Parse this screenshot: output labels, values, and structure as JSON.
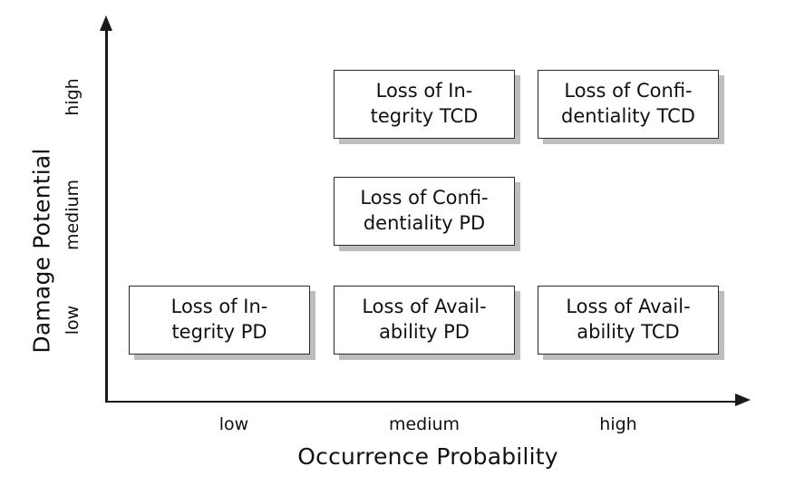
{
  "diagram": {
    "type": "risk-matrix",
    "x_axis": {
      "title": "Occurrence Probability",
      "ticks": [
        "low",
        "medium",
        "high"
      ]
    },
    "y_axis": {
      "title": "Damage Potential",
      "ticks": [
        "high",
        "medium",
        "low"
      ]
    },
    "cells": [
      {
        "id": "loss-of-integrity-tcd",
        "occurrence": "medium",
        "damage": "high",
        "line1": "Loss of In-",
        "line2": "tegrity TCD"
      },
      {
        "id": "loss-of-confidentiality-tcd",
        "occurrence": "high",
        "damage": "high",
        "line1": "Loss of Confi-",
        "line2": "dentiality TCD"
      },
      {
        "id": "loss-of-confidentiality-pd",
        "occurrence": "medium",
        "damage": "medium",
        "line1": "Loss of Confi-",
        "line2": "dentiality PD"
      },
      {
        "id": "loss-of-integrity-pd",
        "occurrence": "low",
        "damage": "low",
        "line1": "Loss of In-",
        "line2": "tegrity PD"
      },
      {
        "id": "loss-of-availability-pd",
        "occurrence": "medium",
        "damage": "low",
        "line1": "Loss of Avail-",
        "line2": "ability PD"
      },
      {
        "id": "loss-of-availability-tcd",
        "occurrence": "high",
        "damage": "low",
        "line1": "Loss of Avail-",
        "line2": "ability TCD"
      }
    ],
    "colors": {
      "axis": "#1a1a1a",
      "box_border": "#2b2b2b",
      "box_fill": "#ffffff",
      "box_shadow": "#bdbdbd",
      "text": "#111111",
      "background": "#ffffff"
    }
  }
}
